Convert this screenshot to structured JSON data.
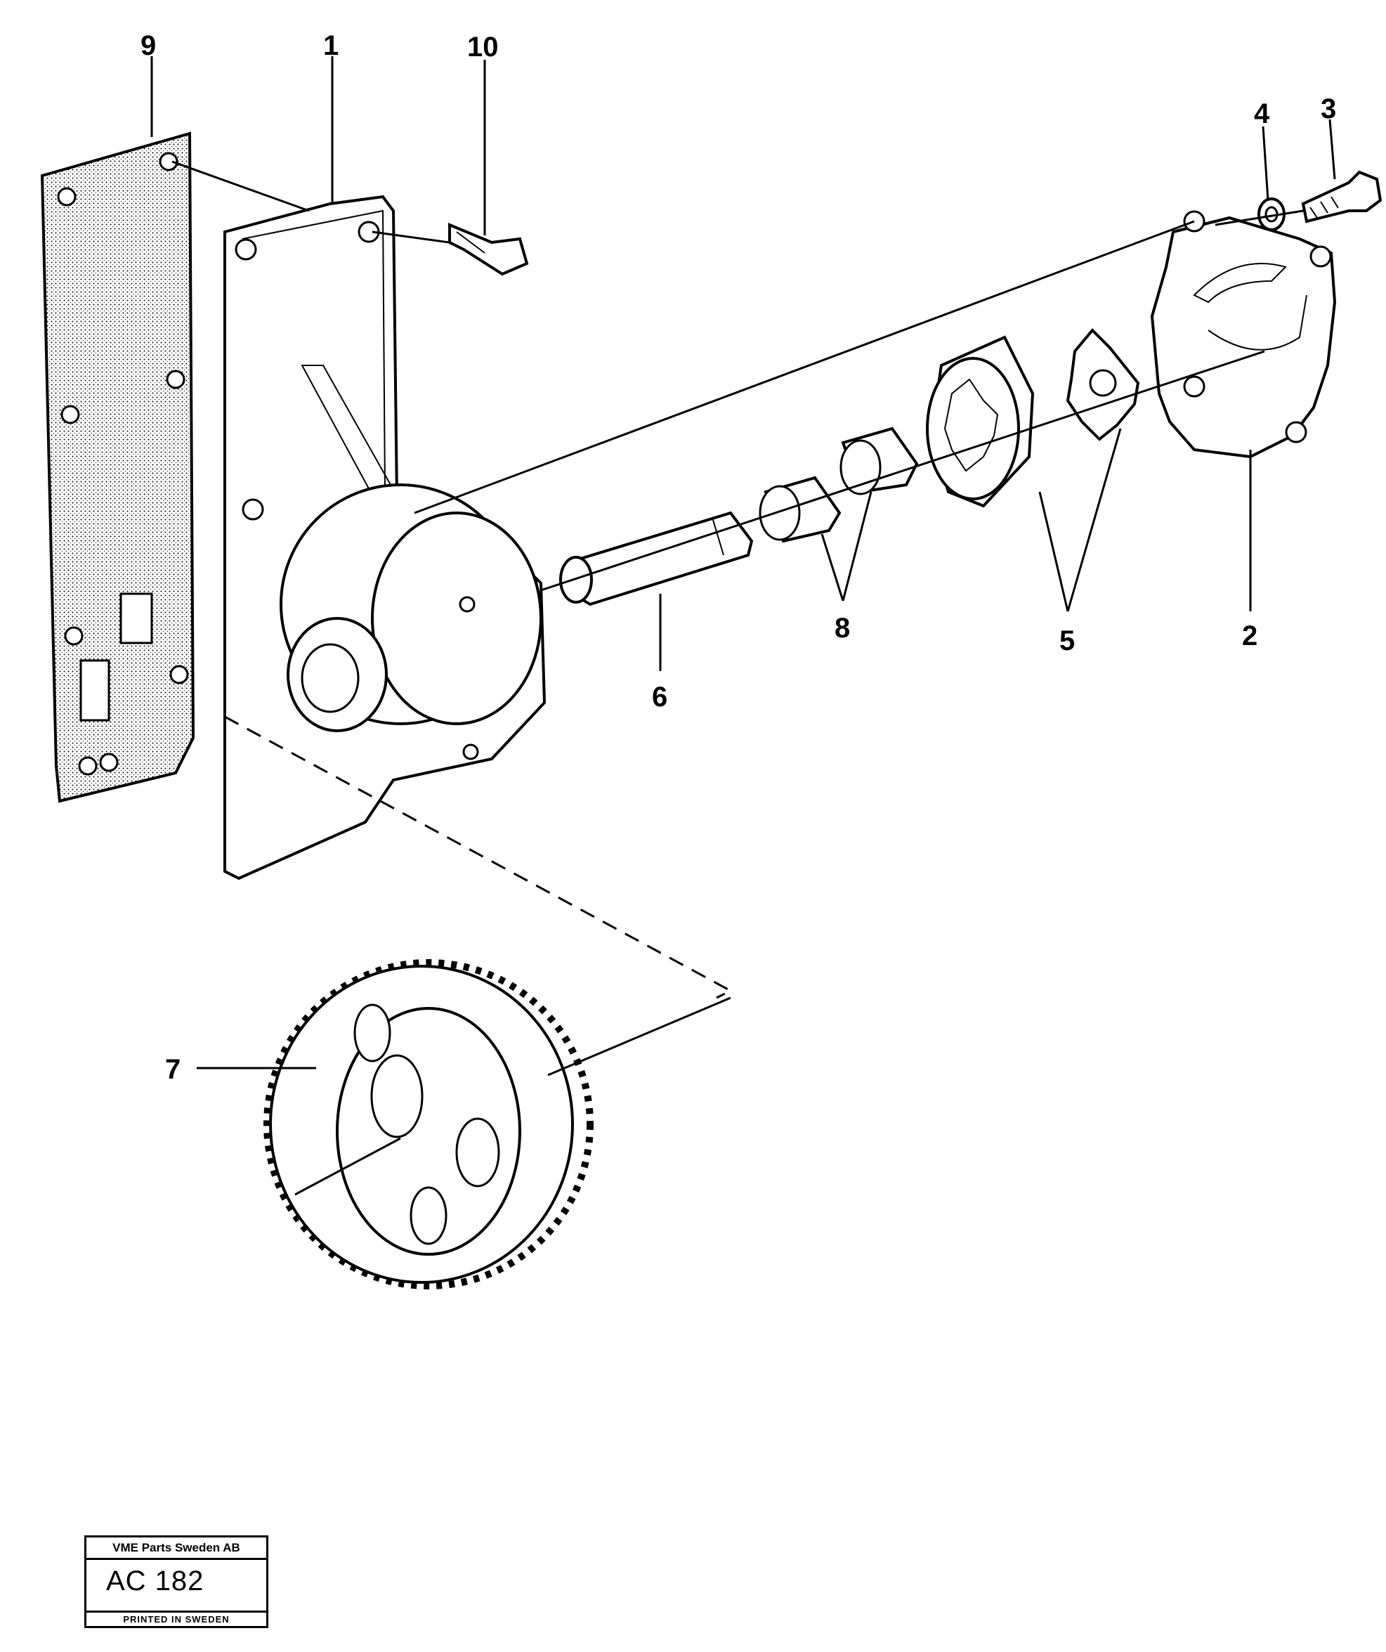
{
  "callouts": {
    "c1": "1",
    "c2": "2",
    "c3": "3",
    "c4": "4",
    "c5": "5",
    "c6": "6",
    "c7": "7",
    "c8": "8",
    "c9": "9",
    "c10": "10"
  },
  "title_block": {
    "company": "VME Parts Sweden AB",
    "code": "AC 182",
    "printed": "PRINTED IN SWEDEN"
  },
  "colors": {
    "ink": "#000000",
    "paper": "#ffffff"
  }
}
